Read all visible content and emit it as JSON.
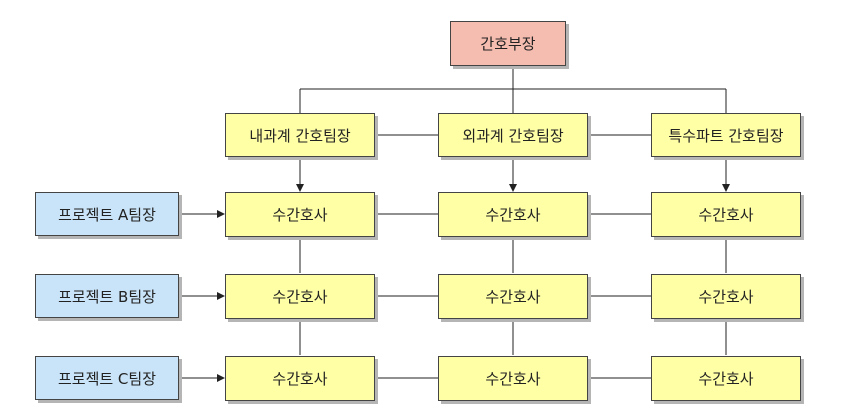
{
  "diagram": {
    "head": {
      "label": "간호부장"
    },
    "teams": [
      {
        "label": "내과계 간호팀장"
      },
      {
        "label": "외과계 간호팀장"
      },
      {
        "label": "특수파트 간호팀장"
      }
    ],
    "projects": [
      {
        "label": "프로젝트 A팀장"
      },
      {
        "label": "프로젝트 B팀장"
      },
      {
        "label": "프로젝트 C팀장"
      }
    ],
    "nurse_label": "수간호사",
    "colors": {
      "head_fill": "#f5bdb0",
      "team_fill": "#ffffa6",
      "project_fill": "#c9e4f8",
      "border": "#444444"
    }
  }
}
